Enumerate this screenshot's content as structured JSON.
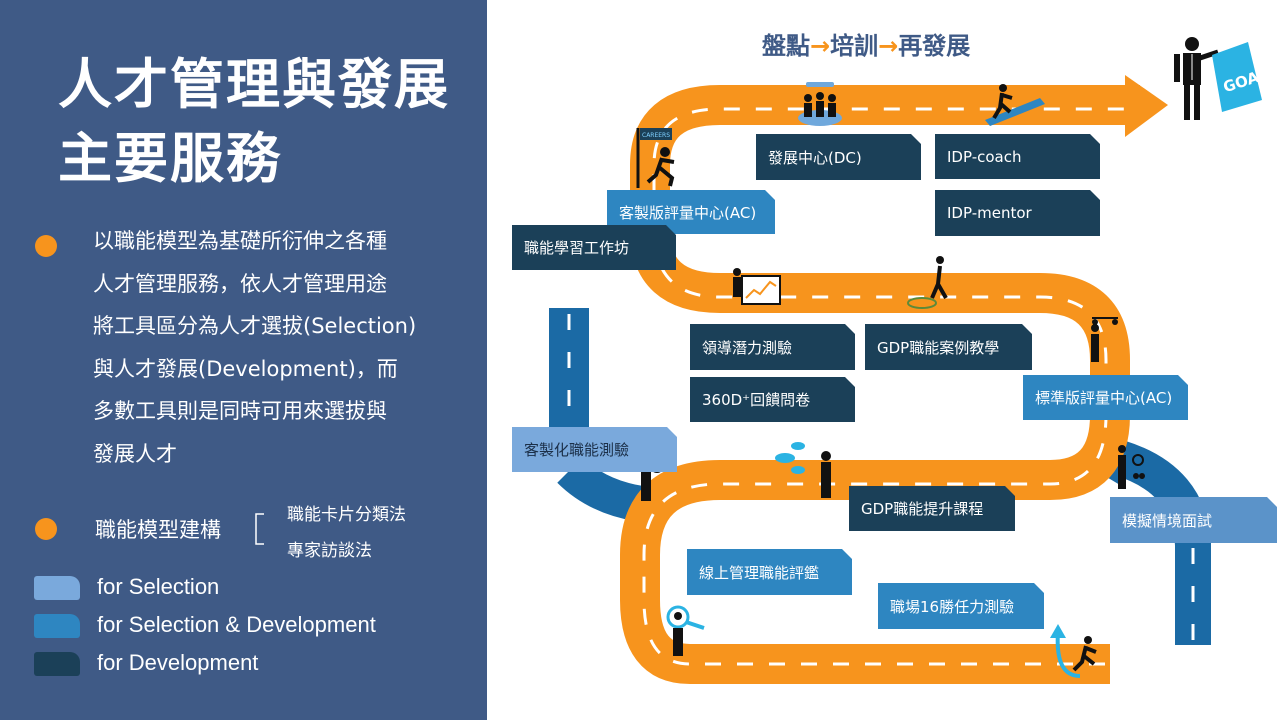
{
  "title": {
    "line1": "人才管理與發展",
    "line2": "主要服務"
  },
  "paragraph": [
    "以職能模型為基礎所衍伸之各種",
    "人才管理服務，依人才管理用途",
    "將工具區分為人才選拔(Selection)",
    "與人才發展(Development)，而",
    "多數工具則是同時可用來選拔與",
    "發展人才"
  ],
  "competency": {
    "label": "職能模型建構",
    "methods": [
      "職能卡片分類法",
      "專家訪談法"
    ]
  },
  "legend": [
    {
      "label": "for Selection",
      "color": "#7aa9dc"
    },
    {
      "label": "for Selection & Development",
      "color": "#2e86c1"
    },
    {
      "label": "for Development",
      "color": "#1b4058"
    }
  ],
  "header": {
    "step1": "盤點",
    "step2": "培訓",
    "step3": "再發展",
    "arrow": "→"
  },
  "goal_sign": "GOAL!",
  "flag_text": "CAREERS",
  "boxes": {
    "dc": "發展中心(DC)",
    "idp_coach": "IDP-coach",
    "idp_mentor": "IDP-mentor",
    "custom_ac": "客製版評量中心(AC)",
    "workshop": "職能學習工作坊",
    "leadership": "領導潛力測驗",
    "gdp_case": "GDP職能案例教學",
    "feedback_360": "360D⁺回饋問卷",
    "standard_ac": "標準版評量中心(AC)",
    "custom_test": "客製化職能測驗",
    "gdp_course": "GDP職能提升課程",
    "simulation": "模擬情境面試",
    "online_eval": "線上管理職能評鑑",
    "workplace16": "職場16勝任力測驗"
  },
  "colors": {
    "road": "#f7941d",
    "blue_road": "#1b6aa5",
    "panel": "#3f5a86"
  }
}
